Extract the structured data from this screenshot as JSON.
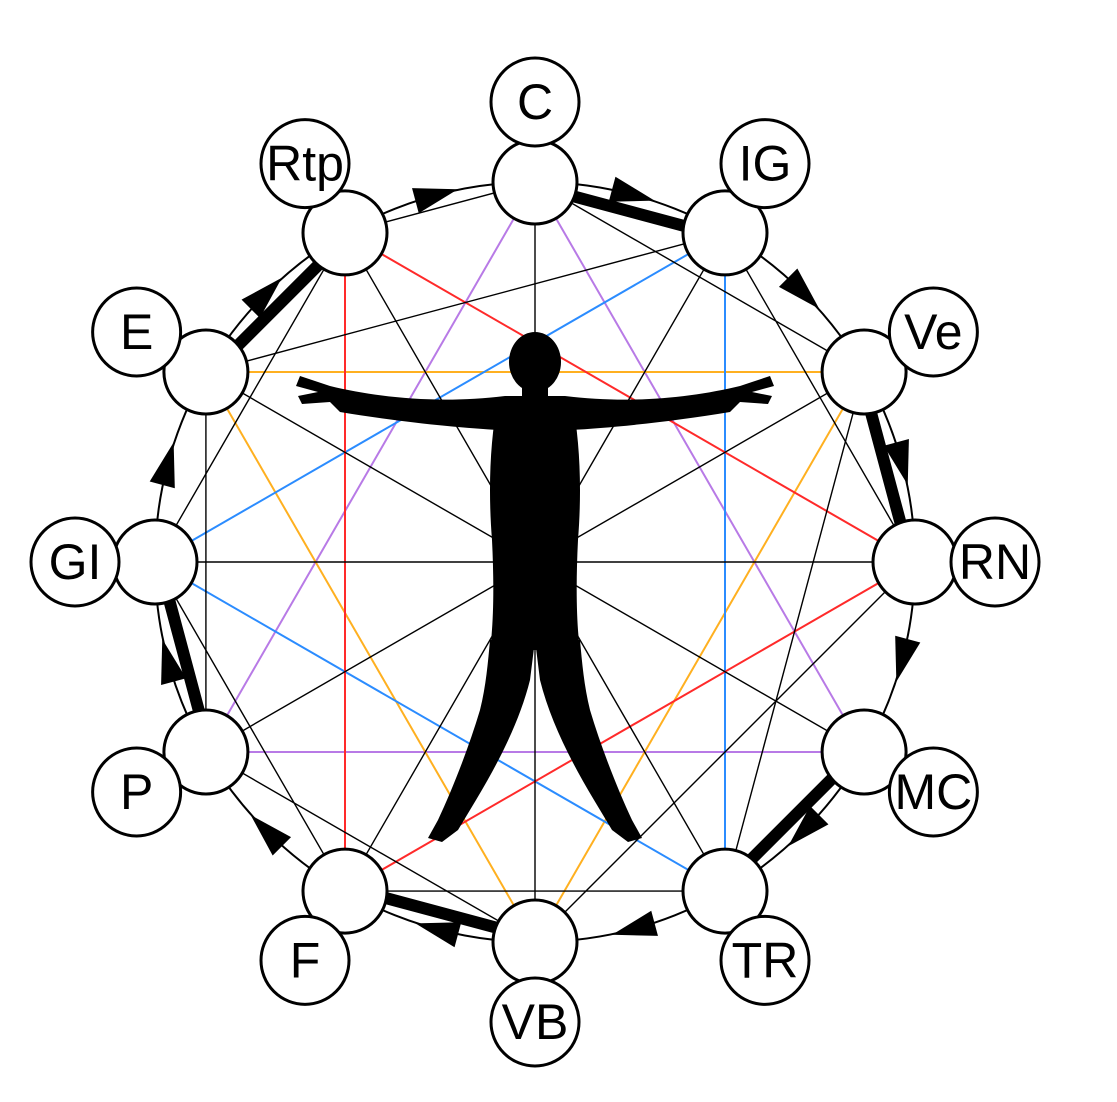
{
  "diagram": {
    "colors": {
      "stroke": "#000000",
      "node_fill": "#ffffff",
      "figure": "#000000",
      "background": "#ffffff",
      "chord_red": "#ff2a2a",
      "chord_blue": "#2b8cff",
      "chord_purple": "#b87ae6",
      "chord_orange": "#ffb020",
      "chord_black": "#000000"
    },
    "nodes": [
      {
        "id": "C",
        "label": "C"
      },
      {
        "id": "IG",
        "label": "IG"
      },
      {
        "id": "Ve",
        "label": "Ve"
      },
      {
        "id": "RN",
        "label": "RN"
      },
      {
        "id": "MC",
        "label": "MC"
      },
      {
        "id": "TR",
        "label": "TR"
      },
      {
        "id": "VB",
        "label": "VB"
      },
      {
        "id": "F",
        "label": "F"
      },
      {
        "id": "P",
        "label": "P"
      },
      {
        "id": "GI",
        "label": "GI"
      },
      {
        "id": "E",
        "label": "E"
      },
      {
        "id": "Rtp",
        "label": "Rtp"
      }
    ],
    "pair_links": [
      {
        "from": "C",
        "to": "IG"
      },
      {
        "from": "Ve",
        "to": "RN"
      },
      {
        "from": "MC",
        "to": "TR"
      },
      {
        "from": "VB",
        "to": "F"
      },
      {
        "from": "P",
        "to": "GI"
      },
      {
        "from": "E",
        "to": "Rtp"
      }
    ],
    "flow_direction": "clockwise",
    "chords": [
      {
        "from": "C",
        "to": "MC",
        "color": "chord_purple"
      },
      {
        "from": "MC",
        "to": "P",
        "color": "chord_purple"
      },
      {
        "from": "P",
        "to": "C",
        "color": "chord_purple"
      },
      {
        "from": "E",
        "to": "Ve",
        "color": "chord_orange"
      },
      {
        "from": "Ve",
        "to": "VB",
        "color": "chord_orange"
      },
      {
        "from": "VB",
        "to": "E",
        "color": "chord_orange"
      },
      {
        "from": "IG",
        "to": "TR",
        "color": "chord_blue"
      },
      {
        "from": "TR",
        "to": "GI",
        "color": "chord_blue"
      },
      {
        "from": "GI",
        "to": "IG",
        "color": "chord_blue"
      },
      {
        "from": "Rtp",
        "to": "RN",
        "color": "chord_red"
      },
      {
        "from": "RN",
        "to": "F",
        "color": "chord_red"
      },
      {
        "from": "F",
        "to": "Rtp",
        "color": "chord_red"
      },
      {
        "from": "C",
        "to": "VB",
        "color": "chord_black"
      },
      {
        "from": "GI",
        "to": "RN",
        "color": "chord_black"
      },
      {
        "from": "IG",
        "to": "F",
        "color": "chord_black"
      },
      {
        "from": "Ve",
        "to": "P",
        "color": "chord_black"
      },
      {
        "from": "MC",
        "to": "E",
        "color": "chord_black"
      },
      {
        "from": "TR",
        "to": "Rtp",
        "color": "chord_black"
      },
      {
        "from": "C",
        "to": "Ve",
        "color": "chord_black"
      },
      {
        "from": "Ve",
        "to": "TR",
        "color": "chord_black"
      },
      {
        "from": "TR",
        "to": "F",
        "color": "chord_black"
      },
      {
        "from": "F",
        "to": "GI",
        "color": "chord_black"
      },
      {
        "from": "GI",
        "to": "Rtp",
        "color": "chord_black"
      },
      {
        "from": "Rtp",
        "to": "C",
        "color": "chord_black"
      },
      {
        "from": "IG",
        "to": "RN",
        "color": "chord_black"
      },
      {
        "from": "RN",
        "to": "VB",
        "color": "chord_black"
      },
      {
        "from": "VB",
        "to": "P",
        "color": "chord_black"
      },
      {
        "from": "P",
        "to": "E",
        "color": "chord_black"
      },
      {
        "from": "E",
        "to": "IG",
        "color": "chord_black"
      }
    ]
  }
}
